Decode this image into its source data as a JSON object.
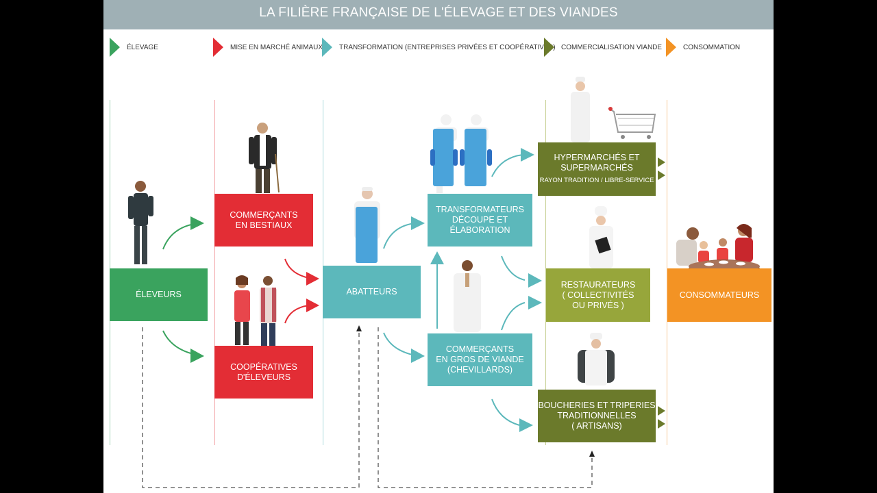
{
  "title": "LA FILIÈRE FRANÇAISE DE L'ÉLEVAGE ET DES VIANDES",
  "colors": {
    "elevage": "#3aa35e",
    "mise_en_marche": "#e32d35",
    "transformation": "#5cb8bb",
    "commercialisation": "#97a63b",
    "consommation": "#f39324",
    "dark_olive": "#6b7a2b",
    "title_bg": "#9fb0b5"
  },
  "legend": [
    {
      "label": "Élevage",
      "color": "#3aa35e"
    },
    {
      "label": "Mise en marché animaux",
      "color": "#e32d35"
    },
    {
      "label": "Transformation  (entreprises privées et coopératives)",
      "color": "#5cb8bb"
    },
    {
      "label": "Commercialisation  viande",
      "color": "#6b7a2b"
    },
    {
      "label": "Consommation",
      "color": "#f39324"
    }
  ],
  "boxes": {
    "eleveurs": "ÉLEVEURS",
    "commercants_bestiaux": [
      "COMMERÇANTS",
      "EN BESTIAUX"
    ],
    "cooperatives": [
      "COOPÉRATIVES",
      "D'ÉLEVEURS"
    ],
    "abatteurs": "ABATTEURS",
    "transformateurs": [
      "TRANSFORMATEURS",
      "DÉCOUPE ET",
      "ÉLABORATION"
    ],
    "commercants_gros": [
      "COMMERÇANTS",
      "EN GROS DE VIANDE",
      "(CHEVILLARDS)"
    ],
    "hypermarches": [
      "HYPERMARCHÉS ET",
      "SUPERMARCHÉS"
    ],
    "hypermarches_sub": "RAYON TRADITION / LIBRE-SERVICE",
    "restaurateurs": [
      "RESTAURATEURS",
      "( COLLECTIVITÉS",
      "OU PRIVÉS )"
    ],
    "boucheries": [
      "BOUCHERIES ET TRIPERIES",
      "TRADITIONNELLES",
      "( ARTISANS)"
    ],
    "consommateurs": "CONSOMMATEURS"
  }
}
